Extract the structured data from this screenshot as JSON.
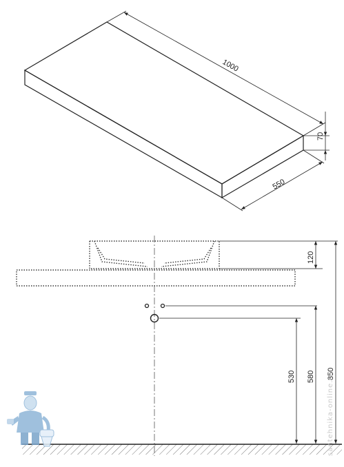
{
  "countertop": {
    "length": "1000",
    "thickness": "70",
    "depth": "550"
  },
  "install": {
    "basin_height": "120",
    "drain_height": "530",
    "supply_height": "580",
    "total_height": "850"
  },
  "watermark": {
    "text": "santehnika-online.ru"
  },
  "colors": {
    "line": "#222222",
    "dotted": "#333333",
    "mascot": "#8fb6d8",
    "watermark": "#c9c9c9"
  }
}
